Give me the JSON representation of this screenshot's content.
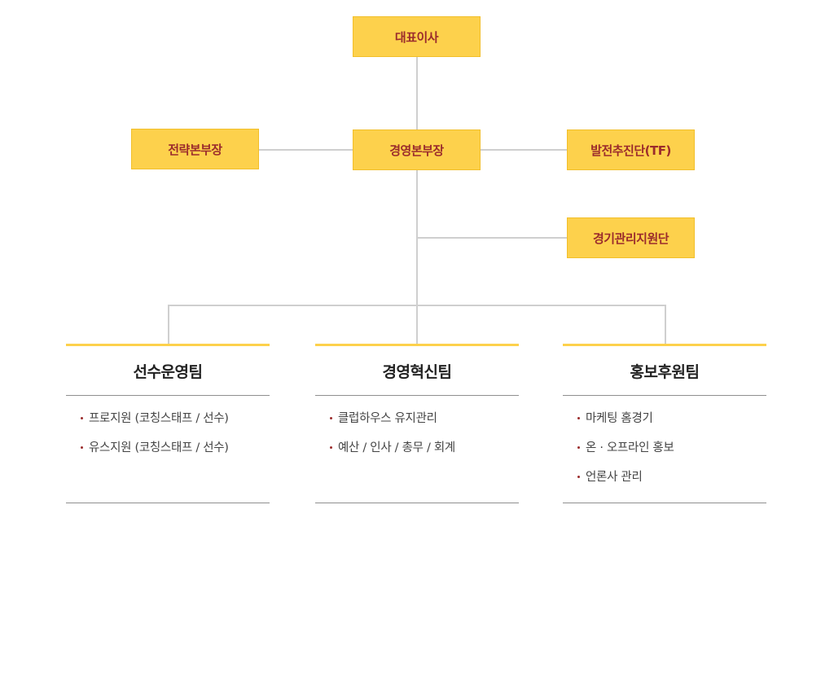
{
  "nodes": {
    "ceo": "대표이사",
    "management": "경영본부장",
    "strategy": "전략본부장",
    "development": "발전추진단(TF)",
    "game_support": "경기관리지원단"
  },
  "teams": [
    {
      "title": "선수운영팀",
      "items": [
        "프로지원 (코칭스태프 / 선수)",
        "유스지원 (코칭스태프 / 선수)"
      ]
    },
    {
      "title": "경영혁신팀",
      "items": [
        "클럽하우스 유지관리",
        "예산 / 인사 / 총무 / 회계"
      ]
    },
    {
      "title": "홍보후원팀",
      "items": [
        "마케팅 홈경기",
        "온 · 오프라인 홍보",
        "언론사 관리"
      ]
    }
  ],
  "colors": {
    "box_fill": "#fdd14c",
    "box_text": "#9b2c2c",
    "connector": "#cfcfcf",
    "team_top_border": "#fdd14c"
  }
}
